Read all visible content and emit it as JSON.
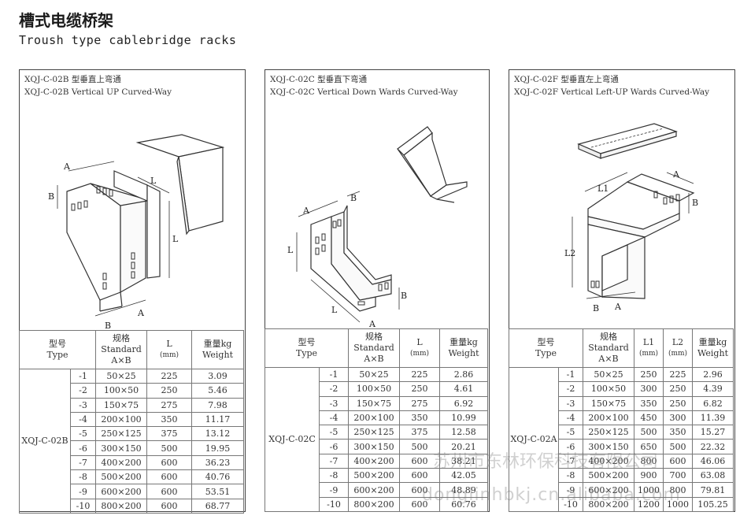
{
  "header": {
    "title_zh": "槽式电缆桥架",
    "title_en": "Troush type cablebridge racks"
  },
  "panels": [
    {
      "caption_zh": "XQJ-C-02B 型垂直上弯通",
      "caption_en": "XQJ-C-02B Vertical UP Curved-Way",
      "table": {
        "type_label": [
          "型号",
          "Type"
        ],
        "standard_label": [
          "规格",
          "Standard",
          "A×B"
        ],
        "l_label": [
          "L",
          "(mm)"
        ],
        "weight_label": [
          "重量kg",
          "Weight"
        ],
        "model": "XQJ-C-02B",
        "rows": [
          [
            "-1",
            "50×25",
            "225",
            "3.09"
          ],
          [
            "-2",
            "100×50",
            "250",
            "5.46"
          ],
          [
            "-3",
            "150×75",
            "275",
            "7.98"
          ],
          [
            "-4",
            "200×100",
            "350",
            "11.17"
          ],
          [
            "-5",
            "250×125",
            "375",
            "13.12"
          ],
          [
            "-6",
            "300×150",
            "500",
            "19.95"
          ],
          [
            "-7",
            "400×200",
            "600",
            "36.23"
          ],
          [
            "-8",
            "500×200",
            "600",
            "40.76"
          ],
          [
            "-9",
            "600×200",
            "600",
            "53.51"
          ],
          [
            "-10",
            "800×200",
            "600",
            "68.77"
          ]
        ]
      }
    },
    {
      "caption_zh": "XQJ-C-02C 型垂直下弯通",
      "caption_en": "XQJ-C-02C Vertical Down Wards Curved-Way",
      "table": {
        "type_label": [
          "型号",
          "Type"
        ],
        "standard_label": [
          "规格",
          "Standard",
          "A×B"
        ],
        "l_label": [
          "L",
          "(mm)"
        ],
        "weight_label": [
          "重量kg",
          "Weight"
        ],
        "model": "XQJ-C-02C",
        "rows": [
          [
            "-1",
            "50×25",
            "225",
            "2.86"
          ],
          [
            "-2",
            "100×50",
            "250",
            "4.61"
          ],
          [
            "-3",
            "150×75",
            "275",
            "6.92"
          ],
          [
            "-4",
            "200×100",
            "350",
            "10.99"
          ],
          [
            "-5",
            "250×125",
            "375",
            "12.58"
          ],
          [
            "-6",
            "300×150",
            "500",
            "20.21"
          ],
          [
            "-7",
            "400×200",
            "600",
            "38.21"
          ],
          [
            "-8",
            "500×200",
            "600",
            "42.05"
          ],
          [
            "-9",
            "600×200",
            "600",
            "48.89"
          ],
          [
            "-10",
            "800×200",
            "600",
            "60.76"
          ]
        ]
      }
    },
    {
      "caption_zh": "XQJ-C-02F 型垂直左上弯通",
      "caption_en": "XQJ-C-02F Vertical Left-UP Wards Curved-Way",
      "table": {
        "type_label": [
          "型号",
          "Type"
        ],
        "standard_label": [
          "规格",
          "Standard",
          "A×B"
        ],
        "l1_label": [
          "L1",
          "(mm)"
        ],
        "l2_label": [
          "L2",
          "(mm)"
        ],
        "weight_label": [
          "重量kg",
          "Weight"
        ],
        "model": "XQJ-C-02A",
        "rows": [
          [
            "-1",
            "50×25",
            "250",
            "225",
            "2.96"
          ],
          [
            "-2",
            "100×50",
            "300",
            "250",
            "4.39"
          ],
          [
            "-3",
            "150×75",
            "350",
            "250",
            "6.82"
          ],
          [
            "-4",
            "200×100",
            "450",
            "300",
            "11.39"
          ],
          [
            "-5",
            "250×125",
            "500",
            "350",
            "15.27"
          ],
          [
            "-6",
            "300×150",
            "650",
            "500",
            "22.32"
          ],
          [
            "-7",
            "400×200",
            "800",
            "600",
            "46.06"
          ],
          [
            "-8",
            "500×200",
            "900",
            "700",
            "63.08"
          ],
          [
            "-9",
            "600×200",
            "1000",
            "800",
            "79.81"
          ],
          [
            "-10",
            "800×200",
            "1200",
            "1000",
            "105.25"
          ]
        ]
      }
    }
  ],
  "watermark": {
    "line1": "苏州市东林环保科技有限公司",
    "line2": "donglinhbkj.cn.alibaba.com"
  }
}
